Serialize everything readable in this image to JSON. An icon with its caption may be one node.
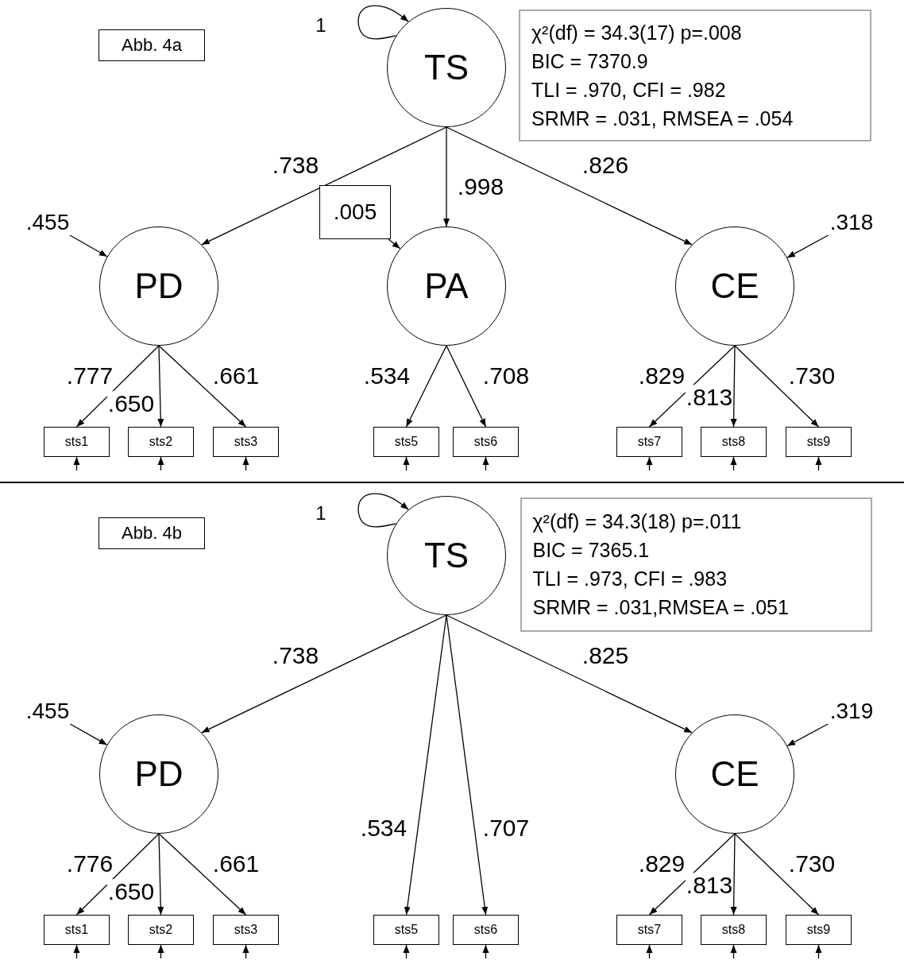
{
  "diagram": {
    "nodes": [
      {
        "text": [
          "Abb. 4a"
        ]
      },
      {
        "text": [
          "TS"
        ]
      },
      {
        "text": [
          "χ²(df) = 34.3(17) p=.008",
          "BIC = 7370.9",
          "TLI = .970, CFI = .982",
          "SRMR = .031, RMSEA = .054"
        ]
      },
      {
        "text": [
          ".455"
        ]
      },
      {
        "text": [
          ".005"
        ]
      },
      {
        "text": [
          ".318"
        ]
      },
      {
        "text": [
          "PD"
        ]
      },
      {
        "text": [
          "PA"
        ]
      },
      {
        "text": [
          "CE"
        ]
      },
      {
        "text": [
          "sts1"
        ]
      },
      {
        "text": [
          "sts2"
        ]
      },
      {
        "text": [
          "sts3"
        ]
      },
      {
        "text": [
          "sts5"
        ]
      },
      {
        "text": [
          "sts6"
        ]
      },
      {
        "text": [
          "sts7"
        ]
      },
      {
        "text": [
          "sts8"
        ]
      },
      {
        "text": [
          "sts9"
        ]
      },
      {
        "text": [
          "Abb. 4b"
        ]
      },
      {
        "text": [
          "TS"
        ]
      },
      {
        "text": [
          "χ²(df) = 34.3(18) p=.011",
          "BIC = 7365.1",
          "TLI = .973, CFI = .983",
          "SRMR = .031,RMSEA = .051"
        ]
      },
      {
        "text": [
          ".455"
        ]
      },
      {
        "text": [
          ".319"
        ]
      },
      {
        "text": [
          "PD"
        ]
      },
      {
        "text": [
          "CE"
        ]
      },
      {
        "text": [
          "sts1"
        ]
      },
      {
        "text": [
          "sts2"
        ]
      },
      {
        "text": [
          "sts3"
        ]
      },
      {
        "text": [
          "sts5"
        ]
      },
      {
        "text": [
          "sts6"
        ]
      },
      {
        "text": [
          "sts7"
        ]
      },
      {
        "text": [
          "sts8"
        ]
      },
      {
        "text": [
          "sts9"
        ]
      }
    ],
    "edges": [
      {
        "from": 1,
        "to": 1,
        "arrow": "to",
        "label": "1"
      },
      {
        "from": 1,
        "to": 6,
        "arrow": "to",
        "label": ".738"
      },
      {
        "from": 1,
        "to": 7,
        "arrow": "to",
        "label": ".998"
      },
      {
        "from": 1,
        "to": 8,
        "arrow": "to",
        "label": ".826"
      },
      {
        "from": 3,
        "to": 6,
        "arrow": "to"
      },
      {
        "from": 4,
        "to": 7,
        "arrow": "to"
      },
      {
        "from": 5,
        "to": 8,
        "arrow": "to"
      },
      {
        "from": 6,
        "to": 9,
        "arrow": "to",
        "label": ".777"
      },
      {
        "from": 6,
        "to": 10,
        "arrow": "to",
        "label": ".650"
      },
      {
        "from": 6,
        "to": 11,
        "arrow": "to",
        "label": ".661"
      },
      {
        "from": 7,
        "to": 12,
        "arrow": "to",
        "label": ".534"
      },
      {
        "from": 7,
        "to": 13,
        "arrow": "to",
        "label": ".708"
      },
      {
        "from": 8,
        "to": 14,
        "arrow": "to",
        "label": ".829"
      },
      {
        "from": 8,
        "to": 15,
        "arrow": "to",
        "label": ".813"
      },
      {
        "from": 8,
        "to": 16,
        "arrow": "to",
        "label": ".730"
      },
      {
        "from": null,
        "to": 9,
        "arrow": "to"
      },
      {
        "from": null,
        "to": 10,
        "arrow": "to"
      },
      {
        "from": null,
        "to": 11,
        "arrow": "to"
      },
      {
        "from": null,
        "to": 12,
        "arrow": "to"
      },
      {
        "from": null,
        "to": 13,
        "arrow": "to"
      },
      {
        "from": null,
        "to": 14,
        "arrow": "to"
      },
      {
        "from": null,
        "to": 15,
        "arrow": "to"
      },
      {
        "from": null,
        "to": 16,
        "arrow": "to"
      },
      {
        "from": 18,
        "to": 18,
        "arrow": "to",
        "label": "1"
      },
      {
        "from": 18,
        "to": 22,
        "arrow": "to",
        "label": ".738"
      },
      {
        "from": 18,
        "to": 23,
        "arrow": "to",
        "label": ".825"
      },
      {
        "from": 18,
        "to": 27,
        "arrow": "to",
        "label": ".534"
      },
      {
        "from": 18,
        "to": 28,
        "arrow": "to",
        "label": ".707"
      },
      {
        "from": 20,
        "to": 22,
        "arrow": "to"
      },
      {
        "from": 21,
        "to": 23,
        "arrow": "to"
      },
      {
        "from": 22,
        "to": 24,
        "arrow": "to",
        "label": ".776"
      },
      {
        "from": 22,
        "to": 25,
        "arrow": "to",
        "label": ".650"
      },
      {
        "from": 22,
        "to": 26,
        "arrow": "to",
        "label": ".661"
      },
      {
        "from": 23,
        "to": 29,
        "arrow": "to",
        "label": ".829"
      },
      {
        "from": 23,
        "to": 30,
        "arrow": "to",
        "label": ".813"
      },
      {
        "from": 23,
        "to": 31,
        "arrow": "to",
        "label": ".730"
      },
      {
        "from": null,
        "to": 24,
        "arrow": "to"
      },
      {
        "from": null,
        "to": 25,
        "arrow": "to"
      },
      {
        "from": null,
        "to": 26,
        "arrow": "to"
      },
      {
        "from": null,
        "to": 27,
        "arrow": "to"
      },
      {
        "from": null,
        "to": 28,
        "arrow": "to"
      },
      {
        "from": null,
        "to": 29,
        "arrow": "to"
      },
      {
        "from": null,
        "to": 30,
        "arrow": "to"
      },
      {
        "from": null,
        "to": 31,
        "arrow": "to"
      }
    ]
  }
}
